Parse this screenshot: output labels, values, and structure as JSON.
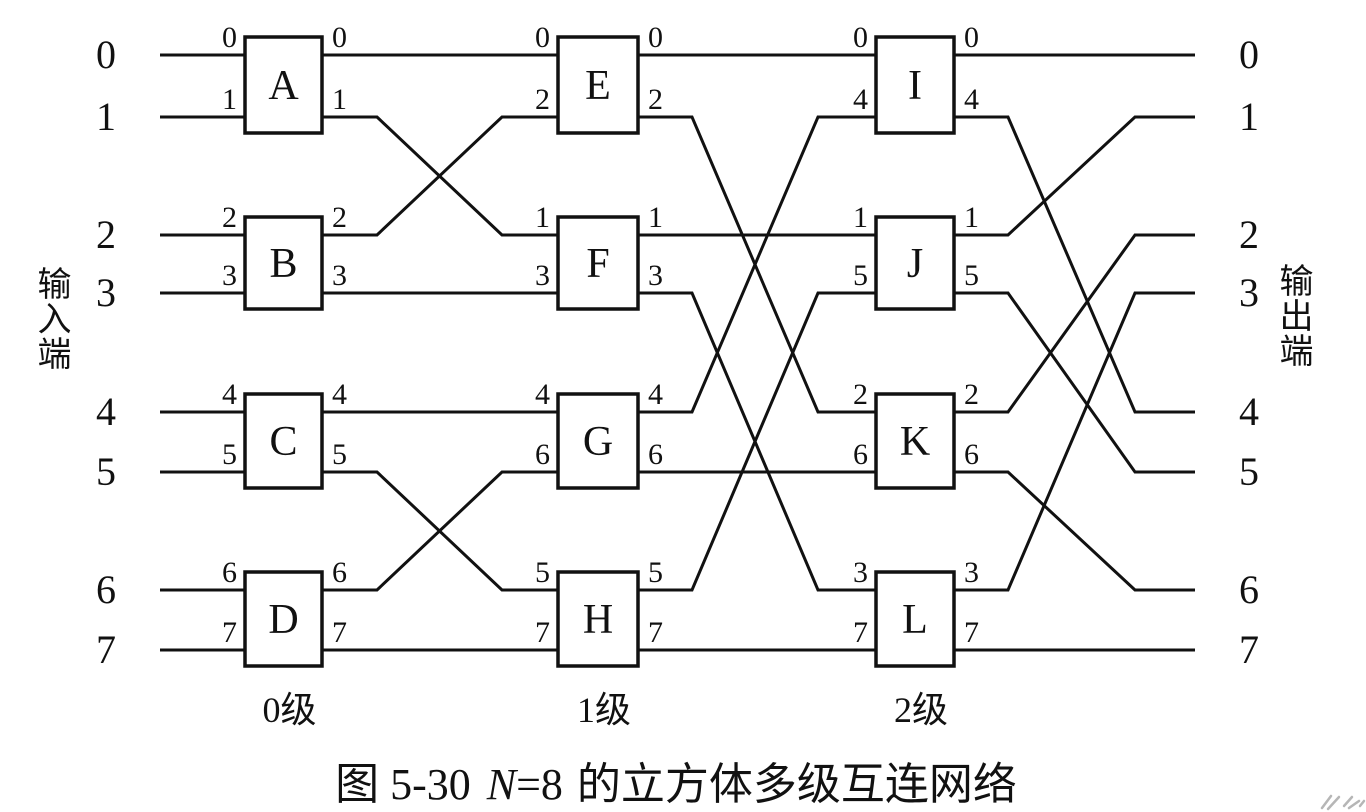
{
  "page": {
    "background": "#ffffff",
    "ink": "#111111"
  },
  "side_labels": {
    "input": "输入端",
    "output": "输出端"
  },
  "terminals": {
    "inputs": [
      "0",
      "1",
      "2",
      "3",
      "4",
      "5",
      "6",
      "7"
    ],
    "outputs": [
      "0",
      "1",
      "2",
      "3",
      "4",
      "5",
      "6",
      "7"
    ]
  },
  "stage_labels": [
    "0级",
    "1级",
    "2级"
  ],
  "caption": {
    "fig_no": "图 5-30",
    "var": "N",
    "eq": "=8",
    "title": "的立方体多级互连网络"
  },
  "switches": [
    {
      "id": "A",
      "stage": 0,
      "row": 0,
      "in_ports": [
        "0",
        "1"
      ],
      "out_ports": [
        "0",
        "1"
      ]
    },
    {
      "id": "B",
      "stage": 0,
      "row": 1,
      "in_ports": [
        "2",
        "3"
      ],
      "out_ports": [
        "2",
        "3"
      ]
    },
    {
      "id": "C",
      "stage": 0,
      "row": 2,
      "in_ports": [
        "4",
        "5"
      ],
      "out_ports": [
        "4",
        "5"
      ]
    },
    {
      "id": "D",
      "stage": 0,
      "row": 3,
      "in_ports": [
        "6",
        "7"
      ],
      "out_ports": [
        "6",
        "7"
      ]
    },
    {
      "id": "E",
      "stage": 1,
      "row": 0,
      "in_ports": [
        "0",
        "2"
      ],
      "out_ports": [
        "0",
        "2"
      ]
    },
    {
      "id": "F",
      "stage": 1,
      "row": 1,
      "in_ports": [
        "1",
        "3"
      ],
      "out_ports": [
        "1",
        "3"
      ]
    },
    {
      "id": "G",
      "stage": 1,
      "row": 2,
      "in_ports": [
        "4",
        "6"
      ],
      "out_ports": [
        "4",
        "6"
      ]
    },
    {
      "id": "H",
      "stage": 1,
      "row": 3,
      "in_ports": [
        "5",
        "7"
      ],
      "out_ports": [
        "5",
        "7"
      ]
    },
    {
      "id": "I",
      "stage": 2,
      "row": 0,
      "in_ports": [
        "0",
        "4"
      ],
      "out_ports": [
        "0",
        "4"
      ]
    },
    {
      "id": "J",
      "stage": 2,
      "row": 1,
      "in_ports": [
        "1",
        "5"
      ],
      "out_ports": [
        "1",
        "5"
      ]
    },
    {
      "id": "K",
      "stage": 2,
      "row": 2,
      "in_ports": [
        "2",
        "6"
      ],
      "out_ports": [
        "2",
        "6"
      ]
    },
    {
      "id": "L",
      "stage": 2,
      "row": 3,
      "in_ports": [
        "3",
        "7"
      ],
      "out_ports": [
        "3",
        "7"
      ]
    }
  ],
  "links": {
    "inputs": [
      {
        "terminal": 0,
        "to": "A.0"
      },
      {
        "terminal": 1,
        "to": "A.1"
      },
      {
        "terminal": 2,
        "to": "B.0"
      },
      {
        "terminal": 3,
        "to": "B.1"
      },
      {
        "terminal": 4,
        "to": "C.0"
      },
      {
        "terminal": 5,
        "to": "C.1"
      },
      {
        "terminal": 6,
        "to": "D.0"
      },
      {
        "terminal": 7,
        "to": "D.1"
      }
    ],
    "stage0_to_1": [
      {
        "from": "A.0",
        "to": "E.0"
      },
      {
        "from": "A.1",
        "to": "F.0"
      },
      {
        "from": "B.0",
        "to": "E.1"
      },
      {
        "from": "B.1",
        "to": "F.1"
      },
      {
        "from": "C.0",
        "to": "G.0"
      },
      {
        "from": "C.1",
        "to": "H.0"
      },
      {
        "from": "D.0",
        "to": "G.1"
      },
      {
        "from": "D.1",
        "to": "H.1"
      }
    ],
    "stage1_to_2": [
      {
        "from": "E.0",
        "to": "I.0"
      },
      {
        "from": "E.1",
        "to": "K.0"
      },
      {
        "from": "F.0",
        "to": "J.0"
      },
      {
        "from": "F.1",
        "to": "L.0"
      },
      {
        "from": "G.0",
        "to": "I.1"
      },
      {
        "from": "G.1",
        "to": "K.1"
      },
      {
        "from": "H.0",
        "to": "J.1"
      },
      {
        "from": "H.1",
        "to": "L.1"
      }
    ],
    "stage2_to_out": [
      {
        "from": "I.0",
        "terminal": 0
      },
      {
        "from": "I.1",
        "terminal": 4
      },
      {
        "from": "J.0",
        "terminal": 1
      },
      {
        "from": "J.1",
        "terminal": 5
      },
      {
        "from": "K.0",
        "terminal": 2
      },
      {
        "from": "K.1",
        "terminal": 6
      },
      {
        "from": "L.0",
        "terminal": 3
      },
      {
        "from": "L.1",
        "terminal": 7
      }
    ]
  }
}
